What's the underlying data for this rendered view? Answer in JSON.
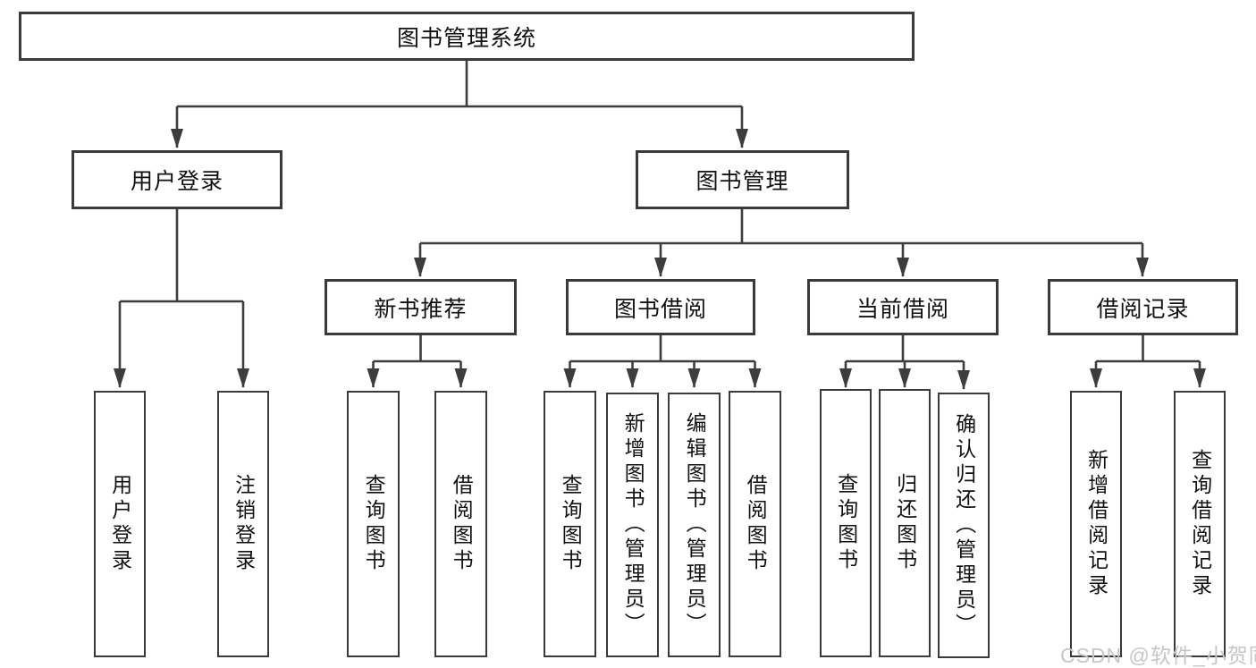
{
  "root": {
    "label": "图书管理系统"
  },
  "level2": {
    "user_login": {
      "label": "用户登录"
    },
    "book_management": {
      "label": "图书管理"
    }
  },
  "level3": {
    "new_books": {
      "label": "新书推荐"
    },
    "book_borrow": {
      "label": "图书借阅"
    },
    "current_borrow": {
      "label": "当前借阅"
    },
    "borrow_records": {
      "label": "借阅记录"
    }
  },
  "leaves": {
    "user_login": [
      "用户登录",
      "注销登录"
    ],
    "new_books": [
      "查询图书",
      "借阅图书"
    ],
    "book_borrow": [
      "查询图书",
      "新增图书（管理员）",
      "编辑图书（管理员）",
      "借阅图书"
    ],
    "current_borrow": [
      "查询图书",
      "归还图书",
      "确认归还（管理员）"
    ],
    "borrow_records": [
      "新增借阅记录",
      "查询借阅记录"
    ]
  },
  "watermark": "CSDN @软件_小贺同学",
  "colors": {
    "line": "#3d3d3d",
    "box_border": "#3a3a3a",
    "text": "#111111",
    "watermark": "#c6c6c6",
    "background": "#ffffff"
  }
}
